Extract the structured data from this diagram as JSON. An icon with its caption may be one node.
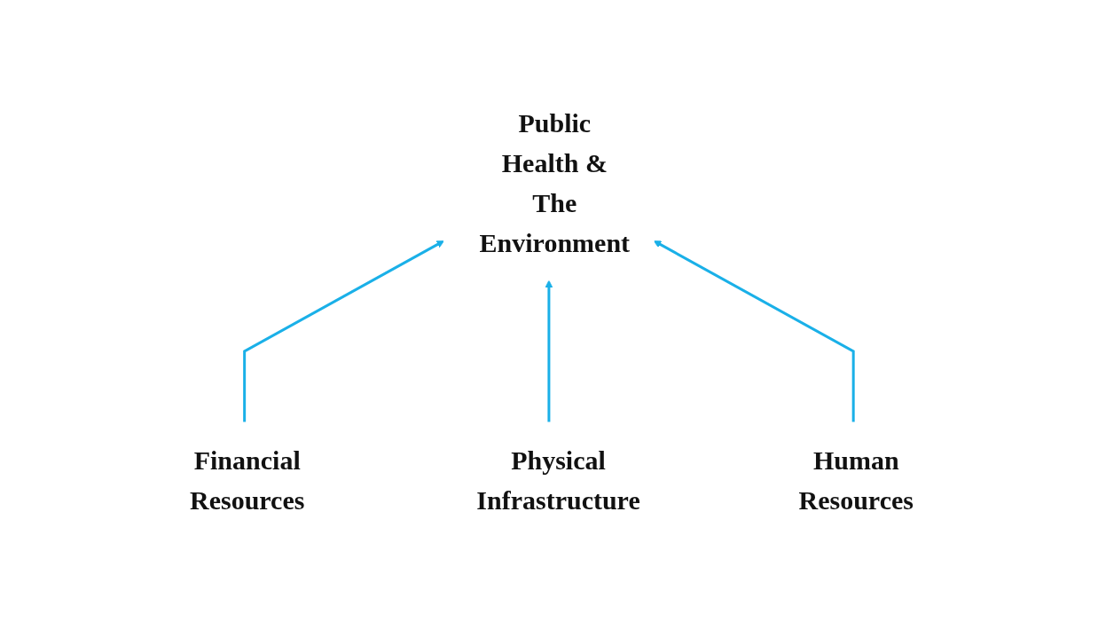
{
  "diagram": {
    "nodes": [
      {
        "text": [
          "Public Health & The Environment"
        ]
      },
      {
        "text": [
          "Financial Resources"
        ]
      },
      {
        "text": [
          "Physical Infrastructure"
        ]
      },
      {
        "text": [
          "Human Resources"
        ]
      }
    ],
    "edges": [
      {
        "from": 1,
        "to": 0,
        "arrow": "to",
        "color": "#1ab0e8"
      },
      {
        "from": 2,
        "to": 0,
        "arrow": "to",
        "color": "#1ab0e8"
      },
      {
        "from": 3,
        "to": 0,
        "arrow": "to",
        "color": "#1ab0e8"
      }
    ]
  }
}
